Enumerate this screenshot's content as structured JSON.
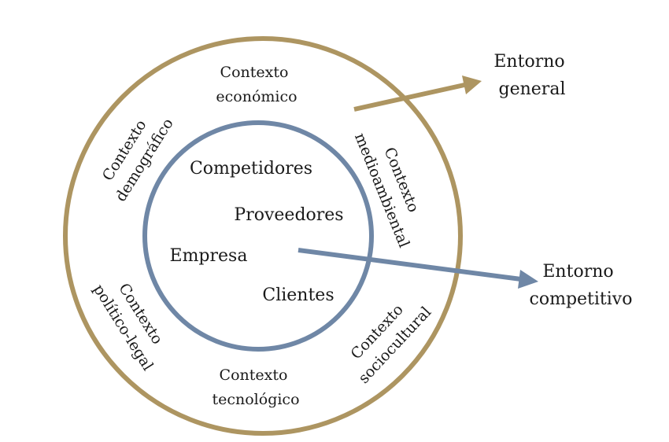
{
  "colors": {
    "outer_ring": "#ad9561",
    "inner_ring": "#6f87a6",
    "general_arrow": "#ad9561",
    "competitive_arrow": "#6f87a6",
    "text": "#1a1a1a"
  },
  "outer_contexts": {
    "economico": [
      "Contexto",
      "económico"
    ],
    "demografico": [
      "Contexto",
      "demográfico"
    ],
    "medioambiental": [
      "Contexto",
      "medioambiental"
    ],
    "politico_legal": [
      "Contexto",
      "político-legal"
    ],
    "tecnologico": [
      "Contexto",
      "tecnológico"
    ],
    "sociocultural": [
      "Contexto",
      "sociocultural"
    ]
  },
  "inner_items": {
    "competidores": "Competidores",
    "proveedores": "Proveedores",
    "empresa": "Empresa",
    "clientes": "Clientes"
  },
  "callouts": {
    "general": [
      "Entorno",
      "general"
    ],
    "competitivo": [
      "Entorno",
      "competitivo"
    ]
  }
}
